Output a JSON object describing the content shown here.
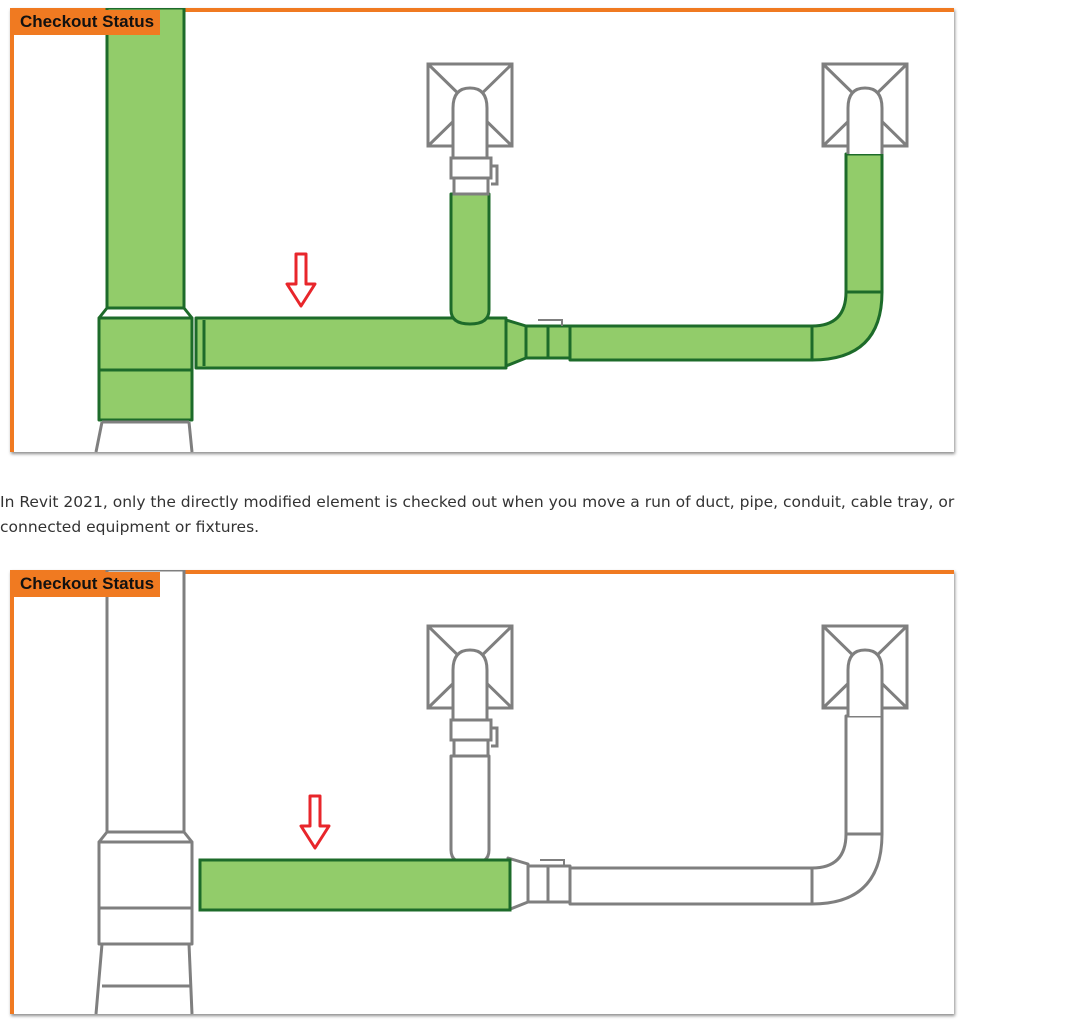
{
  "panels": [
    {
      "label": "Checkout Status",
      "state": "run checked out (green)"
    },
    {
      "label": "Checkout Status",
      "state": "only modified element checked out (green)"
    }
  ],
  "caption": "In Revit 2021, only the directly modified element is checked out when you move a run of duct, pipe, conduit, cable tray, or\nconnected equipment or fixtures.",
  "colors": {
    "checked_out_fill": "#92cc6a",
    "checked_out_stroke": "#1d6b2a",
    "not_checked_out_stroke": "#7f7f7f",
    "frame_accent": "#f07a21",
    "marker_arrow": "#e8262b"
  },
  "icons": [
    "down-arrow-icon"
  ]
}
